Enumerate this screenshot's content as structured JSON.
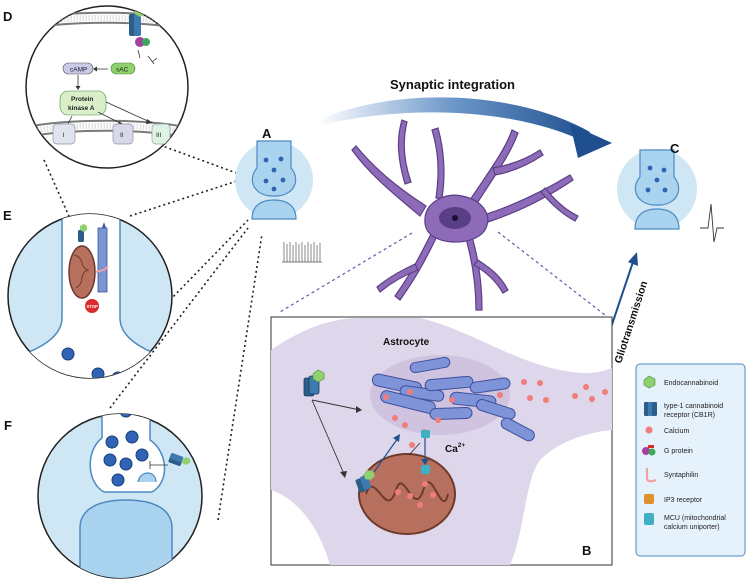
{
  "panel_labels": {
    "a": "A",
    "b": "B",
    "c": "C",
    "d": "D",
    "e": "E",
    "f": "F"
  },
  "synaptic_integration": "Synaptic integration",
  "gliotransmission": "Gliotransmission",
  "astrocyte": "Astrocyte",
  "calcium_ion": "Ca",
  "calcium_sup": "2+",
  "panel_d": {
    "camp": "cAMP",
    "sac": "sAC",
    "pka_line1": "Protein",
    "pka_line2": "kinase A",
    "complex1": "I",
    "complex2": "II",
    "complex3": "III"
  },
  "panel_e": {
    "stop": "STOP"
  },
  "legend": {
    "items": [
      {
        "label_line1": "Endocannabinoid",
        "label_line2": ""
      },
      {
        "label_line1": "type-1 cannabinoid",
        "label_line2": "receptor (CB1R)"
      },
      {
        "label_line1": "Calcium",
        "label_line2": ""
      },
      {
        "label_line1": "G protein",
        "label_line2": ""
      },
      {
        "label_line1": "Syntaphilin",
        "label_line2": ""
      },
      {
        "label_line1": "IP3 receptor",
        "label_line2": ""
      },
      {
        "label_line1": "MCU (mitochondrial",
        "label_line2": "calcium uniporter)"
      }
    ]
  },
  "colors": {
    "neuron": "#8e6bb8",
    "light_blue": "#cfe6f5",
    "synapse_blue": "#a9d3ef",
    "vesicle": "#2f64b4",
    "arrow": "#1f4f8f",
    "calcium": "#f07c7c",
    "er": "#7f94d8",
    "mito": "#b8705e",
    "astro_bg": "#ded6ea"
  }
}
